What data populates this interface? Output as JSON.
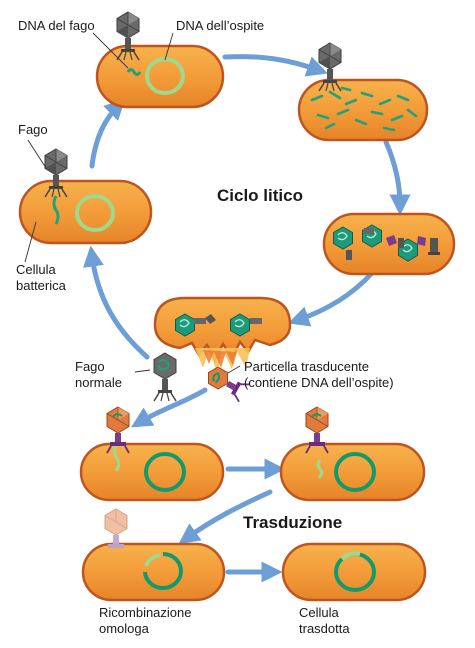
{
  "labels": {
    "phage_dna": "DNA del fago",
    "host_dna": "DNA dell’ospite",
    "phage": "Fago",
    "bacterial_cell_l1": "Cellula",
    "bacterial_cell_l2": "batterica",
    "lytic_cycle": "Ciclo litico",
    "normal_phage_l1": "Fago",
    "normal_phage_l2": "normale",
    "transducing_particle_l1": "Particella trasducente",
    "transducing_particle_l2": "(contiene DNA dell’ospite)",
    "transduction": "Trasduzione",
    "homologous_recombination_l1": "Ricombinazione",
    "homologous_recombination_l2": "omologa",
    "transduced_cell_l1": "Cellula",
    "transduced_cell_l2": "trasdotta"
  },
  "colors": {
    "cell_fill": "#f5a640",
    "cell_border": "#c0541f",
    "host_dna_pale": "#9fd98c",
    "host_dna_dark": "#129a6c",
    "phage_dna": "#1fa37a",
    "arrow": "#6d9ed6",
    "phage_gray": "#6e6e6e",
    "transducing_head": "#e07a3e",
    "tail_purple": "#7c3c8e"
  }
}
